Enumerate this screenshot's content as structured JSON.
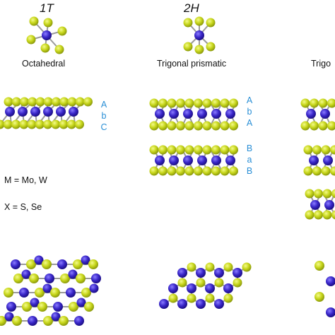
{
  "phases": [
    {
      "title": "1T",
      "subtitle": "Octahedral",
      "stack_labels_top": [
        "A",
        "b",
        "C"
      ]
    },
    {
      "title": "2H",
      "subtitle": "Trigonal prismatic",
      "stack_labels_top": [
        "A",
        "b",
        "A"
      ],
      "stack_labels_bottom": [
        "B",
        "a",
        "B"
      ]
    },
    {
      "title": "",
      "subtitle": "Trigo"
    }
  ],
  "legend": {
    "metal": "M = Mo, W",
    "chalcogen": "X = S, Se"
  },
  "colors": {
    "metal_atom": "#3a27c9",
    "chalcogen_atom": "#c7d61b",
    "bond": "#9a9a9a",
    "stack_label": "#2a8fd6"
  }
}
